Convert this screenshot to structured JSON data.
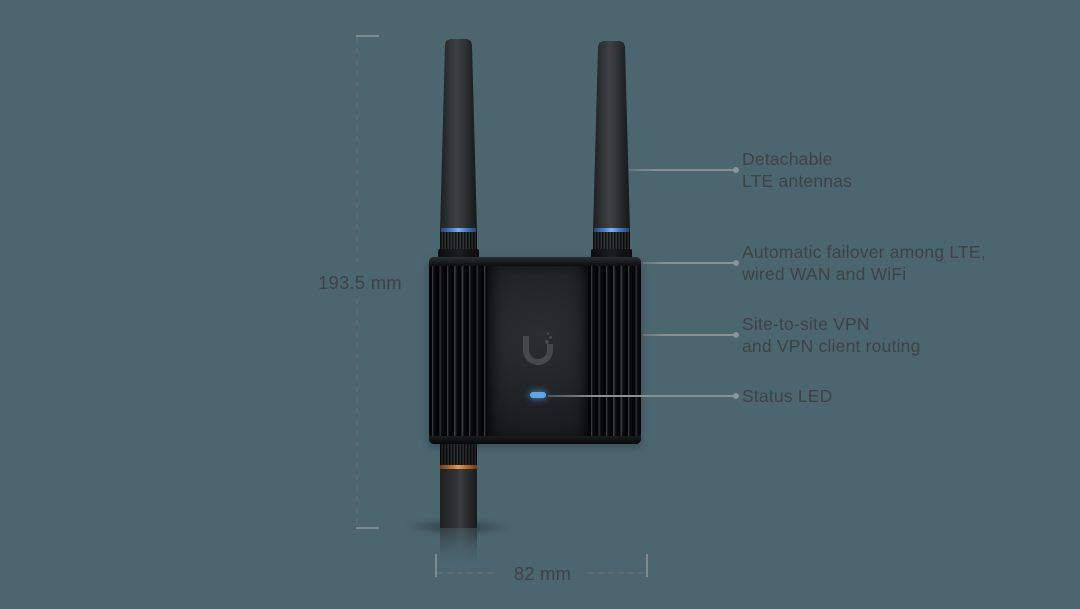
{
  "scene": {
    "description": "Annotated product diagram of a black LTE router with two detachable antennas",
    "background_color": "#4C6670"
  },
  "dimensions": {
    "height_label": "193.5 mm",
    "width_label": "82 mm"
  },
  "callouts": [
    {
      "line1": "Detachable",
      "line2": "LTE antennas"
    },
    {
      "line1": "Automatic failover among LTE,",
      "line2": "wired WAN and WiFi"
    },
    {
      "line1": "Site-to-site VPN",
      "line2": "and VPN client routing"
    },
    {
      "line1": "Status LED",
      "line2": ""
    }
  ],
  "device": {
    "logo_icon": "ubiquiti-u-logo",
    "status_led_color": "#5EA6E8",
    "antenna_ring_color": "#447CC9",
    "mount_ring_color": "#C1702F",
    "text_color": "#3E4245",
    "callout_line_color": "#8A9193",
    "dimension_line_color": "#5E696C"
  }
}
